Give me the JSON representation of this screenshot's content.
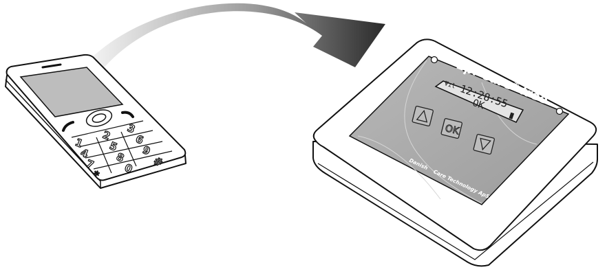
{
  "device": {
    "brand_main": "Epi-Care",
    "brand_reg": "®",
    "brand_suffix": "free",
    "lcd_signal": "Ψıl",
    "lcd_time": "12:28:55",
    "lcd_status": "OK",
    "button_up_icon": "triangle-up-icon",
    "button_ok_label": "OK",
    "button_down_icon": "triangle-down-icon",
    "maker_word1": "Danish",
    "maker_word2": "Care Technology ApS"
  },
  "phone": {
    "keys": [
      "1",
      "2",
      "3",
      "4",
      "5",
      "6",
      "7",
      "8",
      "9",
      "*",
      "0",
      "#"
    ],
    "call_icon": "call-icon",
    "end_call_icon": "end-call-icon"
  },
  "arrow": {
    "icon": "curved-arrow-icon",
    "color_start": "#f0f0f0",
    "color_end": "#2a2a2a"
  }
}
